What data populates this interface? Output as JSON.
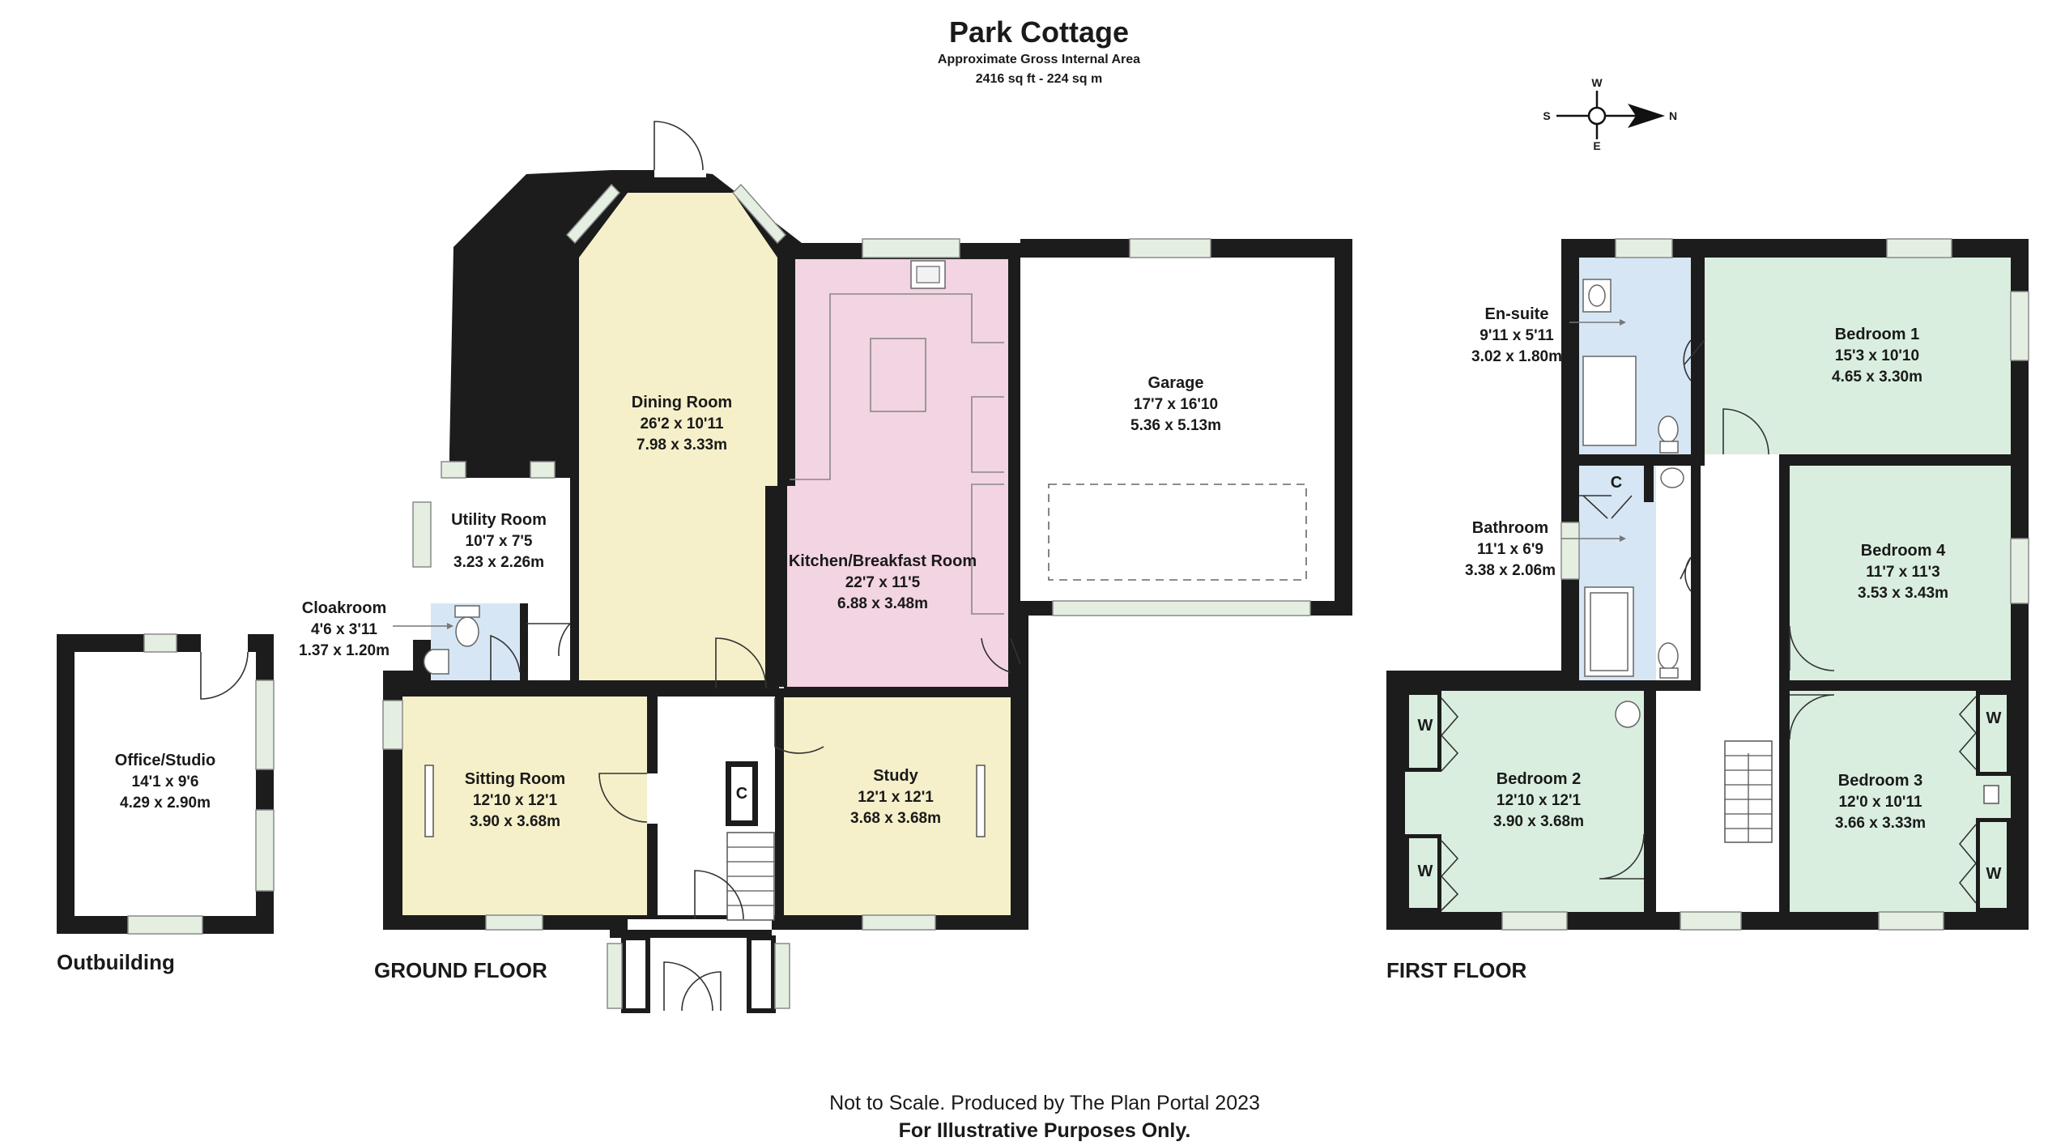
{
  "title": "Park Cottage",
  "subtitle": "Approximate Gross Internal Area",
  "area": "2416 sq ft - 224 sq m",
  "compass": {
    "w": "W",
    "s": "S",
    "e": "E",
    "n": "N"
  },
  "floors": {
    "outbuilding": "Outbuilding",
    "ground": "GROUND FLOOR",
    "first": "FIRST FLOOR"
  },
  "colors": {
    "wall": "#1c1c1c",
    "reception": "#f5f0c9",
    "kitchen": "#f3d4e2",
    "bathroom": "#d6e6f4",
    "bedroom": "#d9eedf",
    "white": "#ffffff"
  },
  "rooms": {
    "office": {
      "name": "Office/Studio",
      "imperial": "14'1 x 9'6",
      "metric": "4.29 x 2.90m"
    },
    "dining": {
      "name": "Dining Room",
      "imperial": "26'2 x 10'11",
      "metric": "7.98 x 3.33m"
    },
    "utility": {
      "name": "Utility Room",
      "imperial": "10'7 x 7'5",
      "metric": "3.23 x 2.26m"
    },
    "cloakroom": {
      "name": "Cloakroom",
      "imperial": "4'6 x 3'11",
      "metric": "1.37 x 1.20m"
    },
    "kitchen": {
      "name": "Kitchen/Breakfast Room",
      "imperial": "22'7 x 11'5",
      "metric": "6.88 x 3.48m"
    },
    "garage": {
      "name": "Garage",
      "imperial": "17'7 x 16'10",
      "metric": "5.36 x 5.13m"
    },
    "sitting": {
      "name": "Sitting Room",
      "imperial": "12'10 x 12'1",
      "metric": "3.90 x 3.68m"
    },
    "study": {
      "name": "Study",
      "imperial": "12'1 x 12'1",
      "metric": "3.68 x 3.68m"
    },
    "ensuite": {
      "name": "En-suite",
      "imperial": "9'11 x 5'11",
      "metric": "3.02 x 1.80m"
    },
    "bathroom": {
      "name": "Bathroom",
      "imperial": "11'1 x 6'9",
      "metric": "3.38 x 2.06m"
    },
    "bed1": {
      "name": "Bedroom 1",
      "imperial": "15'3 x 10'10",
      "metric": "4.65 x 3.30m"
    },
    "bed4": {
      "name": "Bedroom 4",
      "imperial": "11'7 x 11'3",
      "metric": "3.53 x 3.43m"
    },
    "bed2": {
      "name": "Bedroom 2",
      "imperial": "12'10 x 12'1",
      "metric": "3.90 x 3.68m"
    },
    "bed3": {
      "name": "Bedroom 3",
      "imperial": "12'0 x 10'11",
      "metric": "3.66 x 3.33m"
    }
  },
  "markers": {
    "cupboard": "C",
    "wardrobe": "W"
  },
  "footer": {
    "line1": "Not to Scale. Produced by The Plan Portal 2023",
    "line2": "For Illustrative Purposes Only."
  }
}
